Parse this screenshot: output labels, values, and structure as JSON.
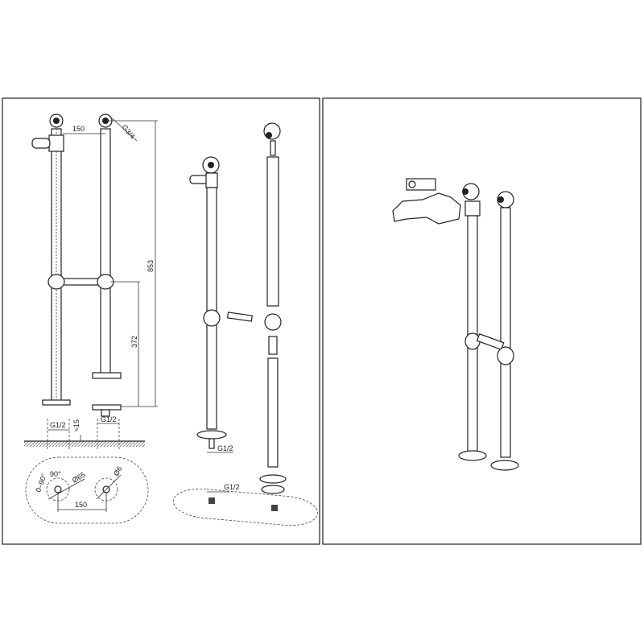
{
  "dimensions": {
    "spacing_top": "150",
    "thread_top": "G3/4",
    "height_total": "853",
    "height_bar": "372",
    "thread_left": "G1/2",
    "thread_right": "G1/2",
    "approx_depth": "≈15",
    "angle_range": "0–90°",
    "angle": "90°",
    "diameter_flange": "Ø65",
    "diameter_hole": "Ø6",
    "spacing_bottom": "150",
    "thread_iso_1": "G1/2",
    "thread_iso_2": "G1/2"
  }
}
